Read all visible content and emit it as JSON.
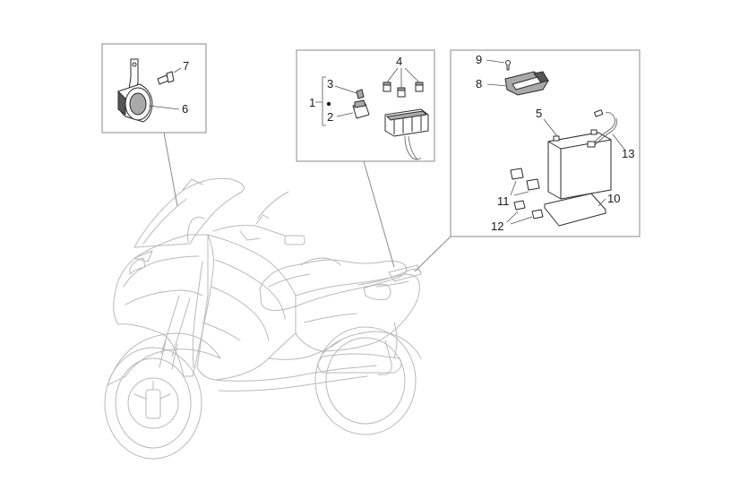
{
  "callouts": {
    "c1": "1",
    "c2": "2",
    "c3": "3",
    "c4": "4",
    "c5": "5",
    "c6": "6",
    "c7": "7",
    "c8": "8",
    "c9": "9",
    "c10": "10",
    "c11": "11",
    "c12": "12",
    "c13": "13"
  },
  "colors": {
    "frame_stroke": "#8a8a8a",
    "scooter_outline": "#b9b9b9",
    "part_outline": "#2a2a2a",
    "label": "#1a1a1a"
  }
}
